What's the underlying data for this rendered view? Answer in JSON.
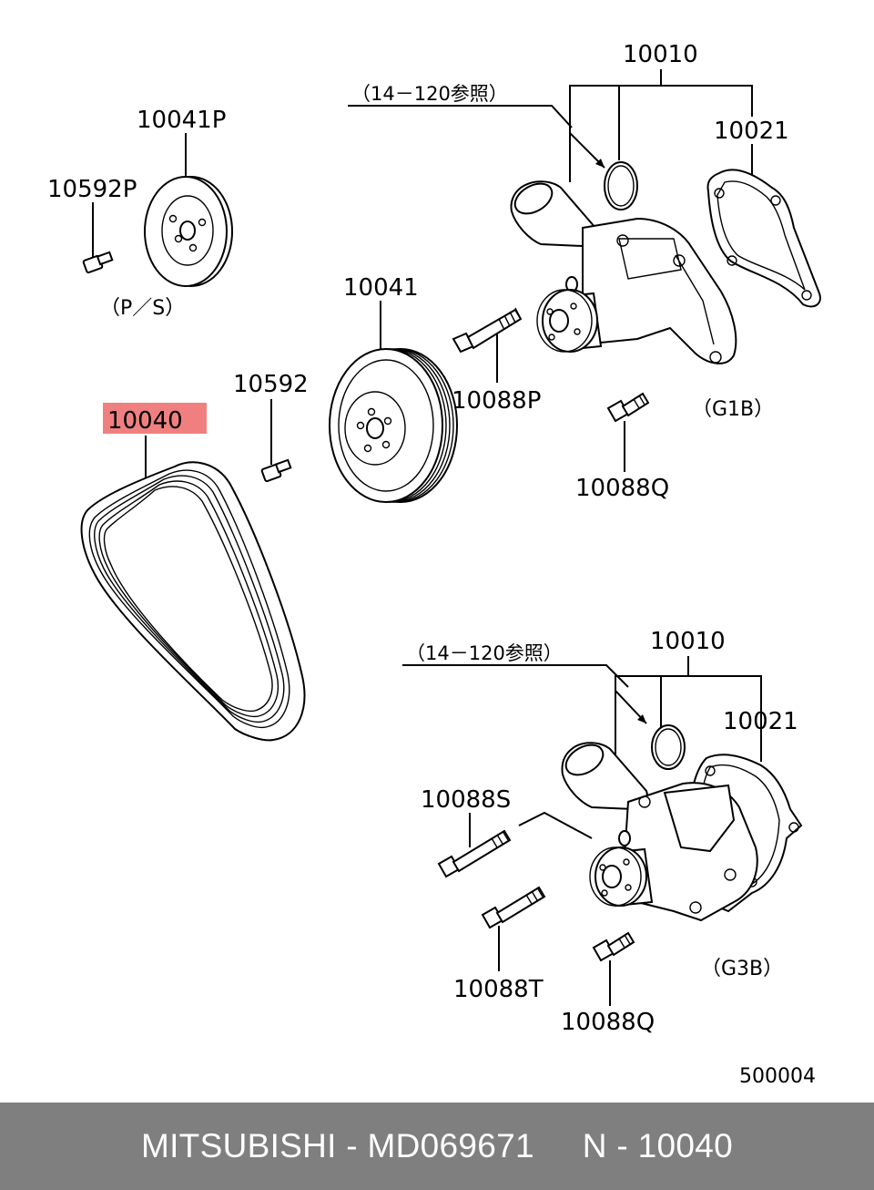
{
  "labels": {
    "l10041p": "10041P",
    "l10592p": "10592P",
    "lps": "（P／S）",
    "l10041": "10041",
    "l10592": "10592",
    "l10040": "10040",
    "l10010a": "10010",
    "lref_a": "（14－120参照）",
    "l10021a": "10021",
    "l10088p": "10088P",
    "lg1b": "（G1B）",
    "l10088qa": "10088Q",
    "l10010b": "10010",
    "lref_b": "（14－120参照）",
    "l10021b": "10021",
    "l10088s": "10088S",
    "l10088t": "10088T",
    "l10088qb": "10088Q",
    "lg3b": "（G3B）",
    "diagram_id": "500004"
  },
  "highlight": {
    "part": "10040",
    "color": "#f08080"
  },
  "footer": {
    "text": "MITSUBISHI - MD069671     N - 10040",
    "bg": "#7f7f7f",
    "fg": "#ffffff"
  }
}
